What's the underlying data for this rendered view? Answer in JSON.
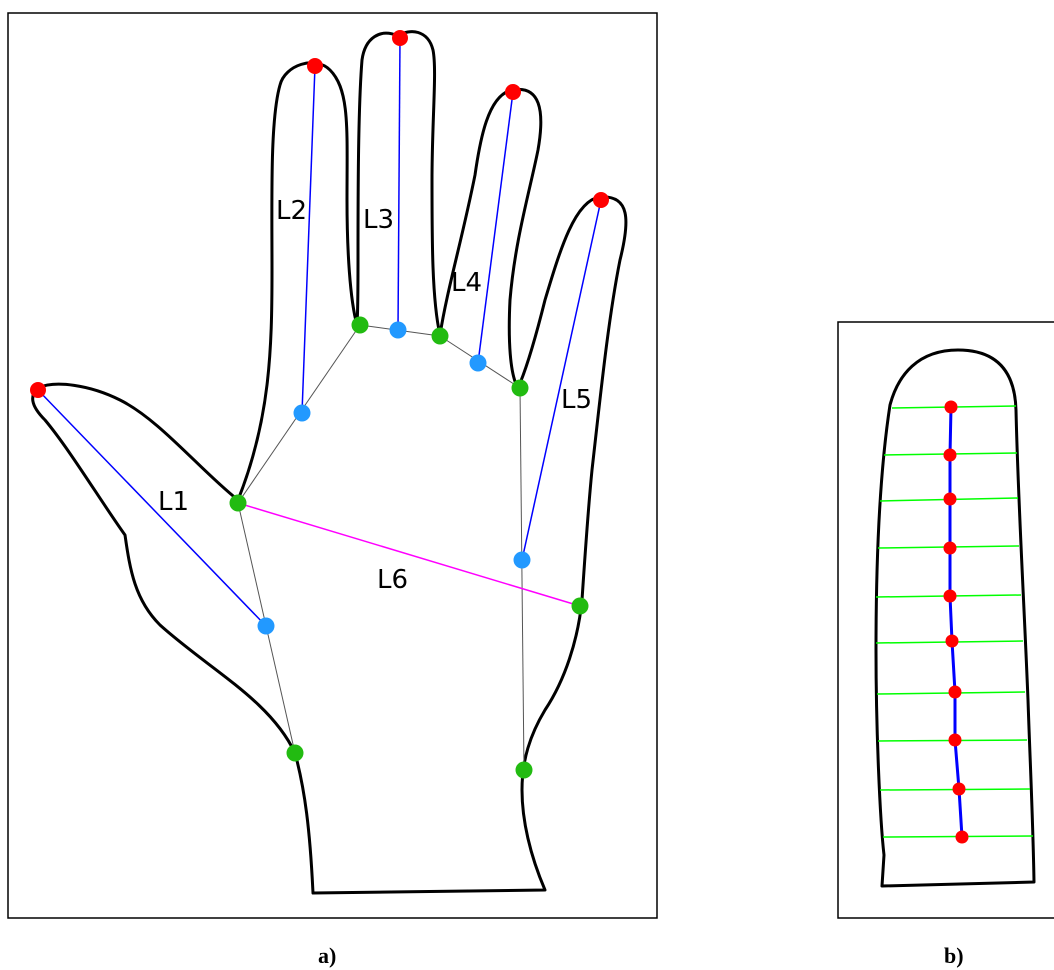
{
  "panel_a": {
    "caption": "a)",
    "labels": {
      "l1": "L1",
      "l2": "L2",
      "l3": "L3",
      "l4": "L4",
      "l5": "L5",
      "l6": "L6"
    }
  },
  "panel_b": {
    "caption": "b)",
    "centerline_point_count": 10
  },
  "colors": {
    "tip": "#ff0000",
    "base": "#22bb11",
    "mid": "#2299ff",
    "length_line": "#0000ff",
    "width_line": "#ff00ff",
    "cross_section": "#00ff00",
    "outline": "#000000"
  }
}
